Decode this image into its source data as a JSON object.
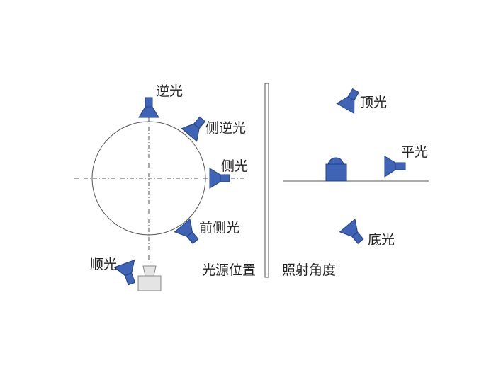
{
  "colors": {
    "lamp_fill": "#3f63b5",
    "lamp_stroke": "#1f3f86",
    "line": "#555555",
    "divider_fill": "#ffffff",
    "camera_fill": "#e4e4e4"
  },
  "left_panel": {
    "title": "光源位置",
    "labels": {
      "back": "逆光",
      "side_back": "侧逆光",
      "side": "侧光",
      "front_side": "前侧光",
      "front": "顺光"
    }
  },
  "right_panel": {
    "title": "照射角度",
    "labels": {
      "top": "顶光",
      "flat": "平光",
      "bottom": "底光"
    }
  },
  "icons": {
    "lamp": "spotlight-icon",
    "camera": "camera-icon",
    "subject": "subject-object-icon"
  }
}
